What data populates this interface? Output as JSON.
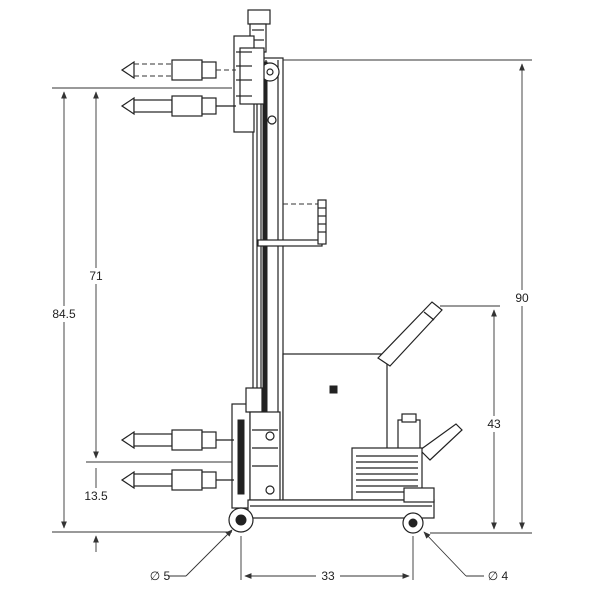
{
  "drawing": {
    "dimensions": {
      "lift_range": "71",
      "max_fork_height": "84.5",
      "min_fork_height": "13.5",
      "overall_height": "90",
      "handle_height": "43",
      "wheelbase": "33",
      "front_wheel_dia": "∅ 5",
      "rear_wheel_dia": "∅ 4"
    },
    "colors": {
      "line": "#222222",
      "background": "#ffffff"
    }
  }
}
